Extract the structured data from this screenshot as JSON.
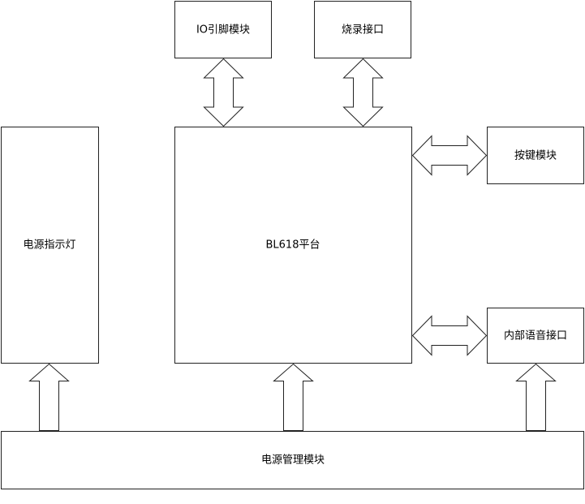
{
  "diagram": {
    "blocks": {
      "io_module": "IO引脚模块",
      "burn_interface": "烧录接口",
      "power_indicator": "电源指示灯",
      "platform": "BL618平台",
      "key_module": "按键模块",
      "voice_interface": "内部语音接口",
      "power_management": "电源管理模块"
    },
    "connections": [
      {
        "from": "io_module",
        "to": "platform",
        "type": "bidirectional"
      },
      {
        "from": "burn_interface",
        "to": "platform",
        "type": "bidirectional"
      },
      {
        "from": "platform",
        "to": "key_module",
        "type": "bidirectional"
      },
      {
        "from": "platform",
        "to": "voice_interface",
        "type": "bidirectional"
      },
      {
        "from": "power_management",
        "to": "power_indicator",
        "type": "unidirectional"
      },
      {
        "from": "power_management",
        "to": "platform",
        "type": "unidirectional"
      },
      {
        "from": "power_management",
        "to": "voice_interface",
        "type": "unidirectional"
      }
    ]
  }
}
